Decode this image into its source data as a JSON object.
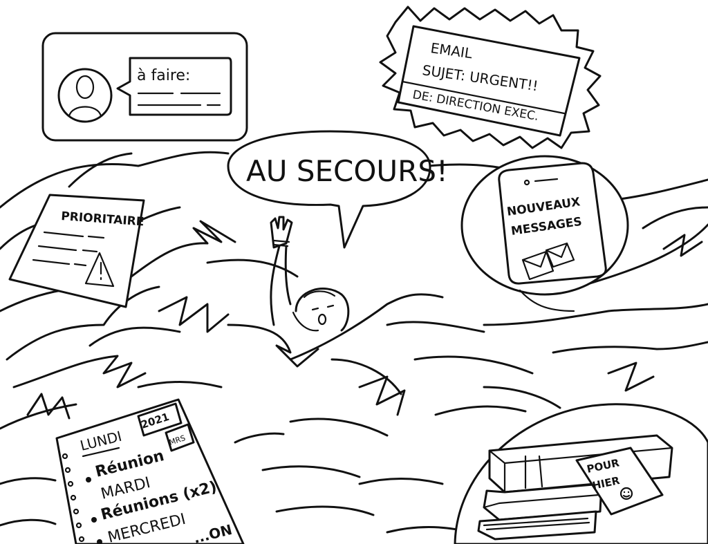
{
  "todo_card": {
    "label": "à faire:"
  },
  "email_stamp": {
    "line1": "EMAIL",
    "line2": "SUJET: URGENT!!",
    "line3": "DE: DIRECTION EXEC."
  },
  "speech_bubble": {
    "text": "AU SECOURS!"
  },
  "priority_note": {
    "label": "PRIORITAIRE"
  },
  "phone": {
    "line1": "NOUVEAUX",
    "line2": "MESSAGES"
  },
  "calendar": {
    "year": "2021",
    "month": "MRS",
    "lines": [
      "LUNDI",
      "Réunion",
      "MARDI",
      "Réunions (x2)",
      "MERCREDI",
      "...ON"
    ]
  },
  "sticky_note": {
    "line1": "POUR",
    "line2": "HIER"
  },
  "colors": {
    "ink": "#111111",
    "paper": "#ffffff"
  }
}
